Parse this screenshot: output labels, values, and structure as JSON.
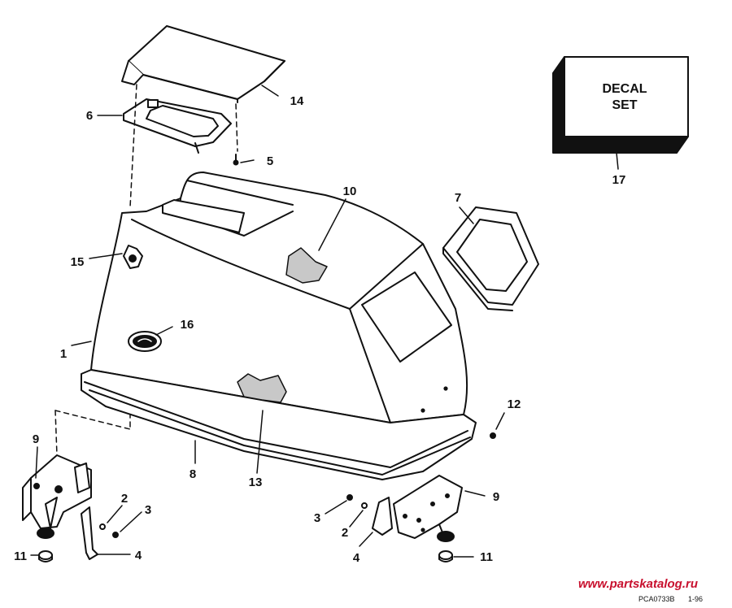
{
  "labels": {
    "p1": "1",
    "p2a": "2",
    "p2b": "2",
    "p3a": "3",
    "p3b": "3",
    "p4a": "4",
    "p4b": "4",
    "p5": "5",
    "p6": "6",
    "p7": "7",
    "p8": "8",
    "p9a": "9",
    "p9b": "9",
    "p10": "10",
    "p11a": "11",
    "p11b": "11",
    "p12": "12",
    "p13": "13",
    "p14": "14",
    "p15": "15",
    "p16": "16",
    "p17": "17"
  },
  "decal_box": {
    "line1": "DECAL",
    "line2": "SET"
  },
  "footer": {
    "watermark": "www.partskatalog.ru",
    "drawing_code": "PCA0733B",
    "date_code": "1-96"
  }
}
